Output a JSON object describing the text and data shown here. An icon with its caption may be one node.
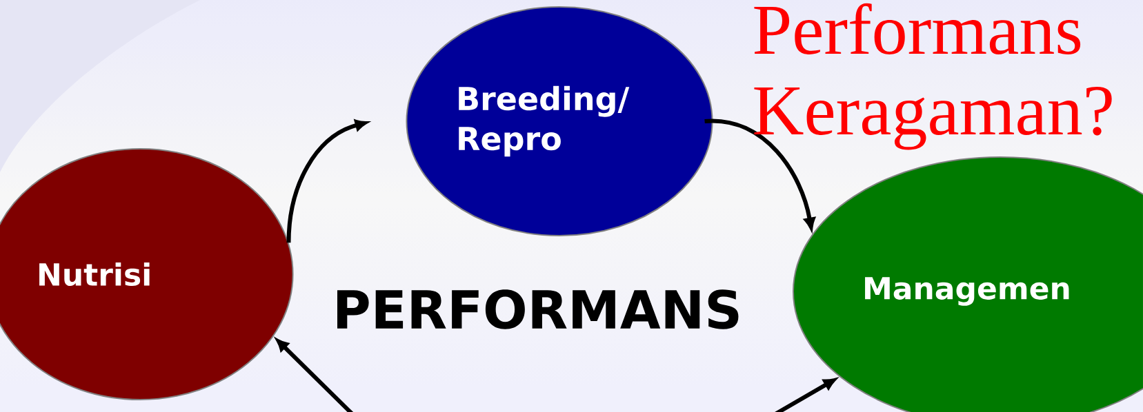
{
  "diagram": {
    "nodes": [
      {
        "text": [
          "Nutrisi"
        ]
      },
      {
        "text": [
          "Breeding/ Repro"
        ]
      },
      {
        "text": [
          "Managemen"
        ]
      }
    ],
    "edges": [
      {
        "from": 0,
        "to": 1,
        "arrow": "to"
      },
      {
        "from": 1,
        "to": 2,
        "arrow": "to"
      },
      {
        "from": null,
        "to": 0,
        "arrow": "to"
      },
      {
        "from": null,
        "to": 2,
        "arrow": "to"
      }
    ],
    "labels": [
      "Performans",
      "Keragaman?",
      "PERFORMANS"
    ]
  }
}
